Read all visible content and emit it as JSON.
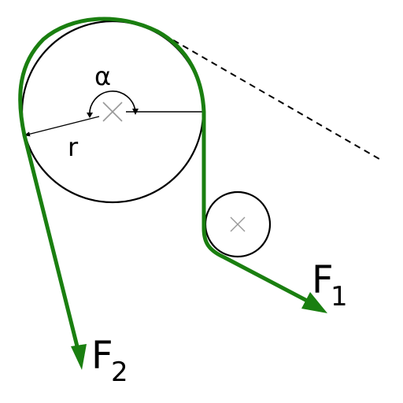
{
  "labels": {
    "alpha": "α",
    "radius": "r",
    "force1_main": "F",
    "force1_sub": "1",
    "force2_main": "F",
    "force2_sub": "2"
  },
  "colors": {
    "belt": "#1a7f10",
    "outline": "#000000",
    "center_mark": "#888888",
    "background": "#ffffff"
  }
}
